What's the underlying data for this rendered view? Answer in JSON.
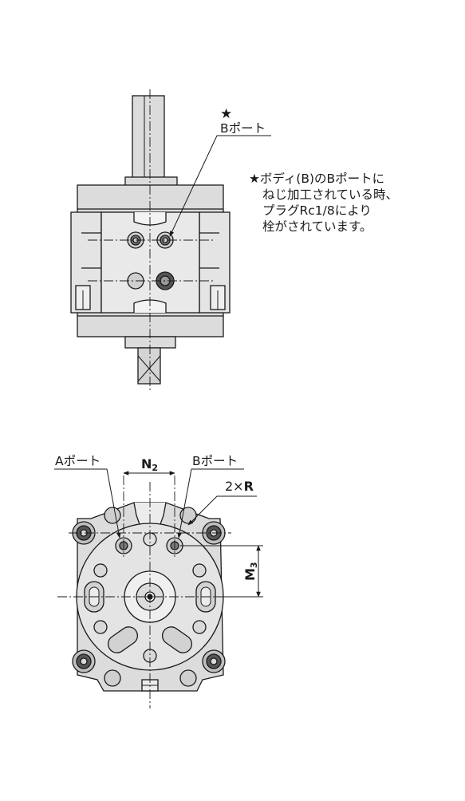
{
  "top_view": {
    "star": "★",
    "b_port_label": "Bポート"
  },
  "note": {
    "lines": [
      "★ボディ(B)のBポートに",
      "ねじ加工されている時、",
      "プラグRc1/8により",
      "栓がされています。"
    ]
  },
  "bottom_view": {
    "a_port_label": "Aポート",
    "b_port_label": "Bポート",
    "n2_label": "N",
    "n2_sub": "2",
    "m3_label": "M",
    "m3_sub": "3",
    "r_prefix": "2×",
    "r_label": "R"
  },
  "colors": {
    "body_fill": "#dcdcdc",
    "body_light": "#ececec",
    "stroke": "#1a1a1a",
    "port_dark": "#555555"
  }
}
